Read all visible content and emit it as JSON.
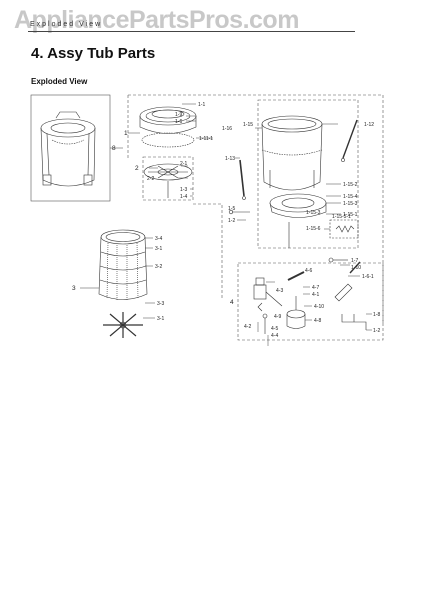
{
  "header": {
    "watermark": "AppliancePartsPros.com",
    "section_tag": "Exploded View",
    "title": "4.  Assy Tub Parts",
    "subtitle": "Exploded View"
  },
  "callouts": [
    {
      "id": "c-8",
      "text": "8"
    },
    {
      "id": "c-1",
      "text": "1"
    },
    {
      "id": "c-1-1",
      "text": "1-1"
    },
    {
      "id": "c-1-9",
      "text": "1-9"
    },
    {
      "id": "c-1-6",
      "text": "1-6"
    },
    {
      "id": "c-1-11-1",
      "text": "1-11-1"
    },
    {
      "id": "c-1-16",
      "text": "1-16"
    },
    {
      "id": "c-1-15",
      "text": "1-15"
    },
    {
      "id": "c-1-12",
      "text": "1-12"
    },
    {
      "id": "c-1-13",
      "text": "1-13"
    },
    {
      "id": "c-2",
      "text": "2"
    },
    {
      "id": "c-2-1",
      "text": "2-1"
    },
    {
      "id": "c-2-2",
      "text": "2-2"
    },
    {
      "id": "c-1-3",
      "text": "1-3"
    },
    {
      "id": "c-1-4",
      "text": "1-4"
    },
    {
      "id": "c-1-15-2",
      "text": "1-15-2"
    },
    {
      "id": "c-1-15-4",
      "text": "1-15-4"
    },
    {
      "id": "c-1-15-3",
      "text": "1-15-3"
    },
    {
      "id": "c-1-15-1",
      "text": "1-15-1"
    },
    {
      "id": "c-1-5",
      "text": "1-5"
    },
    {
      "id": "c-1-2",
      "text": "1-2"
    },
    {
      "id": "c-1-15-3b",
      "text": "1-15-3"
    },
    {
      "id": "c-1-15-6",
      "text": "1-15-6"
    },
    {
      "id": "c-1-15-5-1",
      "text": "1-15-5-1"
    },
    {
      "id": "c-3",
      "text": "3"
    },
    {
      "id": "c-3-4",
      "text": "3-4"
    },
    {
      "id": "c-3-1",
      "text": "3-1"
    },
    {
      "id": "c-3-2",
      "text": "3-2"
    },
    {
      "id": "c-3-3",
      "text": "3-3"
    },
    {
      "id": "c-3-1b",
      "text": "3-1"
    },
    {
      "id": "c-4",
      "text": "4"
    },
    {
      "id": "c-4-6",
      "text": "4-6"
    },
    {
      "id": "c-4-7",
      "text": "4-7"
    },
    {
      "id": "c-4-1",
      "text": "4-1"
    },
    {
      "id": "c-4-3",
      "text": "4-3"
    },
    {
      "id": "c-4-10",
      "text": "4-10"
    },
    {
      "id": "c-4-9",
      "text": "4-9"
    },
    {
      "id": "c-4-8",
      "text": "4-8"
    },
    {
      "id": "c-4-2",
      "text": "4-2"
    },
    {
      "id": "c-4-5",
      "text": "4-5"
    },
    {
      "id": "c-4-4",
      "text": "4-4"
    },
    {
      "id": "c-1-7",
      "text": "1-7"
    },
    {
      "id": "c-1-10",
      "text": "1-10"
    },
    {
      "id": "c-1-6-1",
      "text": "1-6-1"
    },
    {
      "id": "c-1-8",
      "text": "1-8"
    },
    {
      "id": "c-1-2b",
      "text": "1-2"
    }
  ]
}
